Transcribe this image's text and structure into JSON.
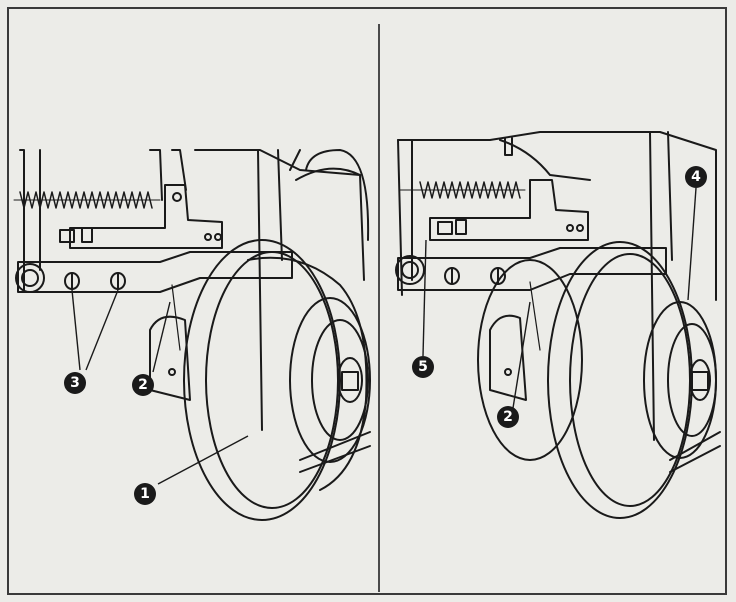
{
  "figure": {
    "left_panel": {
      "callouts": [
        {
          "id": "c1",
          "label": "1"
        },
        {
          "id": "c2",
          "label": "2"
        },
        {
          "id": "c3",
          "label": "3"
        }
      ]
    },
    "right_panel": {
      "callouts": [
        {
          "id": "c2",
          "label": "2"
        },
        {
          "id": "c4",
          "label": "4"
        },
        {
          "id": "c5",
          "label": "5"
        }
      ]
    }
  },
  "colors": {
    "background": "#ecece8",
    "ink": "#1a1a1a",
    "callout_fill": "#1a1a1a",
    "callout_text": "#ffffff"
  }
}
